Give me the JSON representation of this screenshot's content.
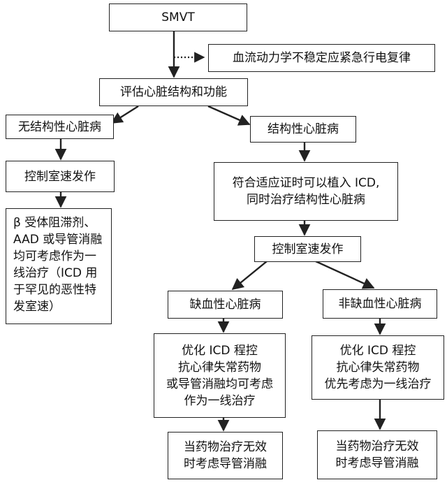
{
  "nodes": {
    "smvt": "SMVT",
    "emergency": "血流动力学不稳定应紧急行电复律",
    "evaluate": "评估心脏结构和功能",
    "no_structural": "无结构性心脏病",
    "structural": "结构性心脏病",
    "control_left": "控制室速发作",
    "left_treatment": "β 受体阻滞剂、\nAAD 或导管消融\n均可考虑作为一\n线治疗（ICD 用\n于罕见的恶性特\n发室速）",
    "icd_indication": "符合适应证时可以植入 ICD,\n同时治疗结构性心脏病",
    "control_right": "控制室速发作",
    "ischemic": "缺血性心脏病",
    "non_ischemic": "非缺血性心脏病",
    "ischemic_treatment": "优化 ICD 程控\n抗心律失常药物\n或导管消融均可考虑\n作为一线治疗",
    "non_ischemic_treatment": "优化 ICD 程控\n抗心律失常药物\n优先考虑为一线治疗",
    "ablation_ischemic": "当药物治疗无效\n时考虑导管消融",
    "ablation_non_ischemic": "当药物治疗无效\n时考虑导管消融"
  },
  "colors": {
    "line": "#222222",
    "box_border": "#222222",
    "background": "#ffffff"
  }
}
